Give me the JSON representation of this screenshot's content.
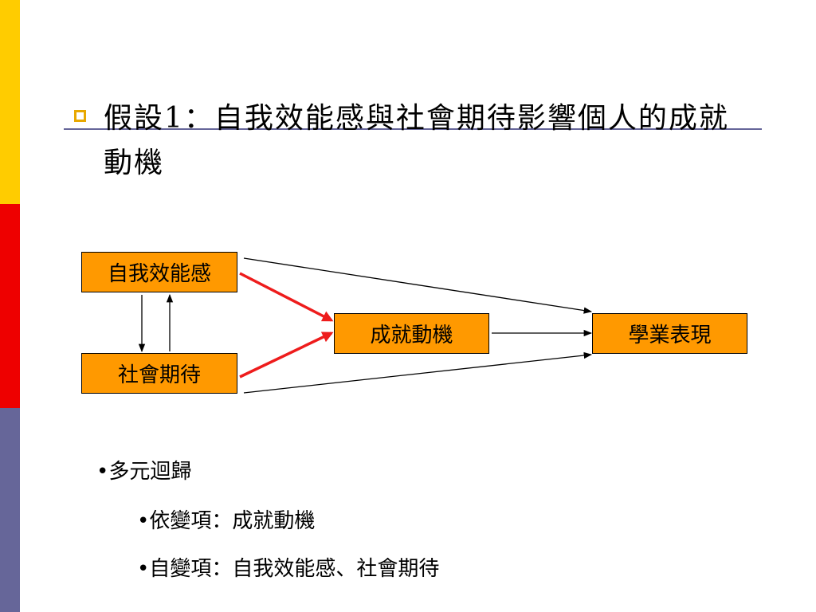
{
  "colors": {
    "bar_yellow": "#ffcc00",
    "bar_red": "#ee0000",
    "bar_purple": "#666699",
    "title_rule": "#666699",
    "title_bullet": "#e8a800",
    "box_fill": "#ff9900",
    "arrow_red": "#ee1c1c",
    "arrow_black": "#000000"
  },
  "title": {
    "bullet_icon": "hollow-square-icon",
    "text": "假設1：自我效能感與社會期待影響個人的成就動機"
  },
  "diagram": {
    "nodes": {
      "self_efficacy": "自我效能感",
      "social_expectation": "社會期待",
      "achievement_motivation": "成就動機",
      "academic_performance": "學業表現"
    }
  },
  "notes": {
    "line1": "•多元迴歸",
    "line2": "•依變項：成就動機",
    "line3": "•自變項：自我效能感、社會期待"
  }
}
